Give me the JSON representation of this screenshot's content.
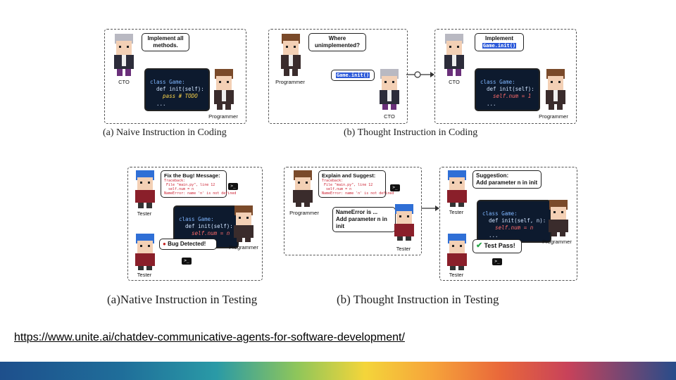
{
  "panels": {
    "a_coding": {
      "bubble": [
        "Implement all",
        "methods."
      ],
      "code": [
        "class Game:",
        "  def init(self):",
        "    pass # TODO",
        "  ..."
      ],
      "labels": {
        "cto": "CTO",
        "programmer": "Programmer"
      }
    },
    "b_coding_left": {
      "bubble": [
        "Where",
        "unimplemented?"
      ],
      "answer": "Game.init()",
      "labels": {
        "programmer": "Programmer",
        "cto": "CTO"
      }
    },
    "b_coding_right": {
      "bubble_title": "Implement",
      "bubble_code": "Game.init()",
      "code": [
        "class Game:",
        "  def init(self):",
        "    self.num = 1",
        "  ..."
      ],
      "labels": {
        "cto": "CTO",
        "programmer": "Programmer"
      }
    },
    "a_testing": {
      "bubble_title": "Fix the Bug! Message:",
      "error_lines": [
        "Traceback:",
        " File \"main.py\", line 12",
        "  self.num = n",
        "NameError: name 'n' is not defined"
      ],
      "code": [
        "class Game:",
        "  def init(self):",
        "    self.num = n",
        "  ..."
      ],
      "bug_text": "Bug Detected!",
      "labels": {
        "tester_top": "Tester",
        "programmer": "Programmer",
        "tester_bottom": "Tester"
      }
    },
    "b_testing_left": {
      "bubble_title": "Explain and Suggest:",
      "error_lines": [
        "Traceback:",
        " File \"main.py\", line 12",
        "  self.num = n",
        "NameError: name 'n' is not defined"
      ],
      "answer_lines": [
        "NameError is ...",
        "Add parameter n in init"
      ],
      "labels": {
        "programmer": "Programmer",
        "tester": "Tester"
      }
    },
    "b_testing_right": {
      "suggestion_lines": [
        "Suggestion:",
        "Add parameter n in init"
      ],
      "code": [
        "class Game:",
        "  def init(self, n):",
        "    self.num = n",
        "  ..."
      ],
      "pass_text": "Test Pass!",
      "labels": {
        "tester_top": "Tester",
        "programmer": "Programmer",
        "tester_bottom": "Tester"
      }
    }
  },
  "captions": {
    "a_coding": "(a)  Naive Instruction in Coding",
    "b_coding": "(b) Thought Instruction in Coding",
    "a_testing": "(a)Native Instruction in Testing",
    "b_testing": "(b) Thought Instruction in Testing"
  },
  "terminal_glyph": ">_",
  "url": "https://www.unite.ai/chatdev-communicative-agents-for-software-development/",
  "colors": {
    "code_bg": "#0d1a2e",
    "cto_hair": "#b9b9c2",
    "programmer_hair": "#7a4a2a",
    "tester_hair": "#2f6fd6"
  }
}
